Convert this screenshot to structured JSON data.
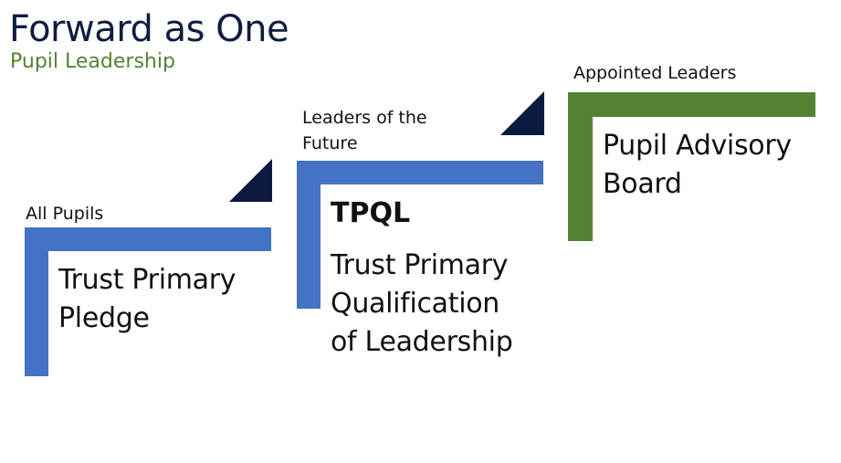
{
  "header": {
    "title": "Forward as One",
    "subtitle": "Pupil Leadership"
  },
  "colors": {
    "title": "#0f1c3f",
    "subtitle": "#548235",
    "blue_step": "#4472c4",
    "green_step": "#548235",
    "triangle": "#0c1a40"
  },
  "stages": [
    {
      "caption": "All Pupils",
      "name_lines": [
        "Trust Primary",
        "Pledge"
      ]
    },
    {
      "caption_lines": [
        "Leaders of the",
        "Future"
      ],
      "acronym": "TPQL",
      "name_lines": [
        "Trust Primary",
        "Qualification",
        "of Leadership"
      ]
    },
    {
      "caption": "Appointed Leaders",
      "name_lines": [
        "Pupil Advisory",
        "Board"
      ]
    }
  ]
}
